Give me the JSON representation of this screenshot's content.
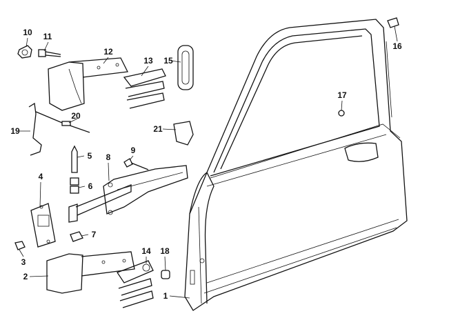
{
  "diagram": {
    "title": "Front door hinge and check strap parts",
    "callouts": [
      "1",
      "2",
      "3",
      "4",
      "5",
      "6",
      "7",
      "8",
      "9",
      "10",
      "11",
      "12",
      "13",
      "14",
      "15",
      "16",
      "17",
      "18",
      "19",
      "20",
      "21"
    ]
  }
}
